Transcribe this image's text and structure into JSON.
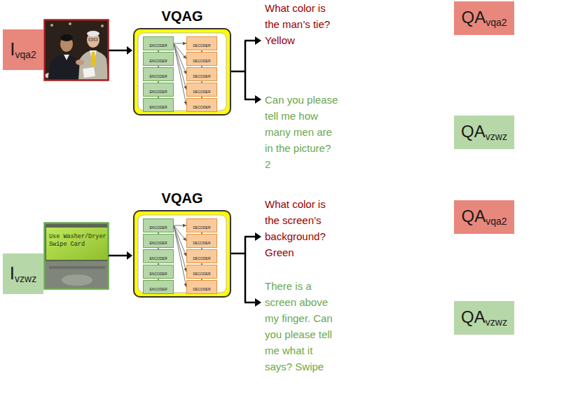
{
  "diagram": {
    "nodes": [
      {
        "text": [
          "I",
          "vqa2"
        ]
      },
      {
        "text": [
          "VQAG"
        ]
      },
      {
        "text": [
          "ENCODER"
        ],
        "in": 1
      },
      {
        "text": [
          "ENCODER"
        ],
        "in": 1
      },
      {
        "text": [
          "ENCODER"
        ],
        "in": 1
      },
      {
        "text": [
          "ENCODER"
        ],
        "in": 1
      },
      {
        "text": [
          "ENCODER"
        ],
        "in": 1
      },
      {
        "text": [
          "DECODER"
        ],
        "in": 1
      },
      {
        "text": [
          "DECODER"
        ],
        "in": 1
      },
      {
        "text": [
          "DECODER"
        ],
        "in": 1
      },
      {
        "text": [
          "DECODER"
        ],
        "in": 1
      },
      {
        "text": [
          "DECODER"
        ],
        "in": 1
      },
      {
        "text": [
          "QA",
          "vqa2"
        ]
      },
      {
        "text": [
          "QA",
          "vzwz"
        ]
      },
      {
        "text": [
          "I",
          "vzwz"
        ]
      },
      {
        "text": [
          "VQAG"
        ]
      },
      {
        "text": [
          "ENCODER"
        ],
        "in": 15
      },
      {
        "text": [
          "ENCODER"
        ],
        "in": 15
      },
      {
        "text": [
          "ENCODER"
        ],
        "in": 15
      },
      {
        "text": [
          "ENCODER"
        ],
        "in": 15
      },
      {
        "text": [
          "ENCODER"
        ],
        "in": 15
      },
      {
        "text": [
          "DECODER"
        ],
        "in": 15
      },
      {
        "text": [
          "DECODER"
        ],
        "in": 15
      },
      {
        "text": [
          "DECODER"
        ],
        "in": 15
      },
      {
        "text": [
          "DECODER"
        ],
        "in": 15
      },
      {
        "text": [
          "DECODER"
        ],
        "in": 15
      },
      {
        "text": [
          "QA",
          "vqa2"
        ]
      },
      {
        "text": [
          "QA",
          "vzwz"
        ]
      }
    ],
    "edges": [
      {
        "from": 3,
        "to": 2,
        "arrow": "to"
      },
      {
        "from": 4,
        "to": 3,
        "arrow": "to"
      },
      {
        "from": 5,
        "to": 4,
        "arrow": "to"
      },
      {
        "from": 6,
        "to": 5,
        "arrow": "to"
      },
      {
        "from": 8,
        "to": 7,
        "arrow": "to"
      },
      {
        "from": 9,
        "to": 8,
        "arrow": "to"
      },
      {
        "from": 10,
        "to": 9,
        "arrow": "to"
      },
      {
        "from": 11,
        "to": 10,
        "arrow": "to"
      },
      {
        "from": 2,
        "to": 7,
        "arrow": "to"
      },
      {
        "from": 2,
        "to": 8,
        "arrow": "to"
      },
      {
        "from": 2,
        "to": 9,
        "arrow": "to"
      },
      {
        "from": 2,
        "to": 10,
        "arrow": "to"
      },
      {
        "from": 2,
        "to": 11,
        "arrow": "to"
      },
      {
        "from": 17,
        "to": 16,
        "arrow": "to"
      },
      {
        "from": 18,
        "to": 17,
        "arrow": "to"
      },
      {
        "from": 19,
        "to": 18,
        "arrow": "to"
      },
      {
        "from": 20,
        "to": 19,
        "arrow": "to"
      },
      {
        "from": 22,
        "to": 21,
        "arrow": "to"
      },
      {
        "from": 23,
        "to": 22,
        "arrow": "to"
      },
      {
        "from": 24,
        "to": 23,
        "arrow": "to"
      },
      {
        "from": 25,
        "to": 24,
        "arrow": "to"
      },
      {
        "from": 16,
        "to": 21,
        "arrow": "to"
      },
      {
        "from": 16,
        "to": 22,
        "arrow": "to"
      },
      {
        "from": 16,
        "to": 23,
        "arrow": "to"
      },
      {
        "from": 16,
        "to": 24,
        "arrow": "to"
      },
      {
        "from": 16,
        "to": 25,
        "arrow": "to"
      }
    ],
    "labels": [
      "What color is the man’s tie? Yellow",
      "Can you please tell me how many men are in the picture? 2",
      "Use Washer/Dryer Swipe Card",
      "What color is the screen’s background? Green",
      "There is a screen above my finger. Can you please tell me what it says? Swipe"
    ]
  }
}
